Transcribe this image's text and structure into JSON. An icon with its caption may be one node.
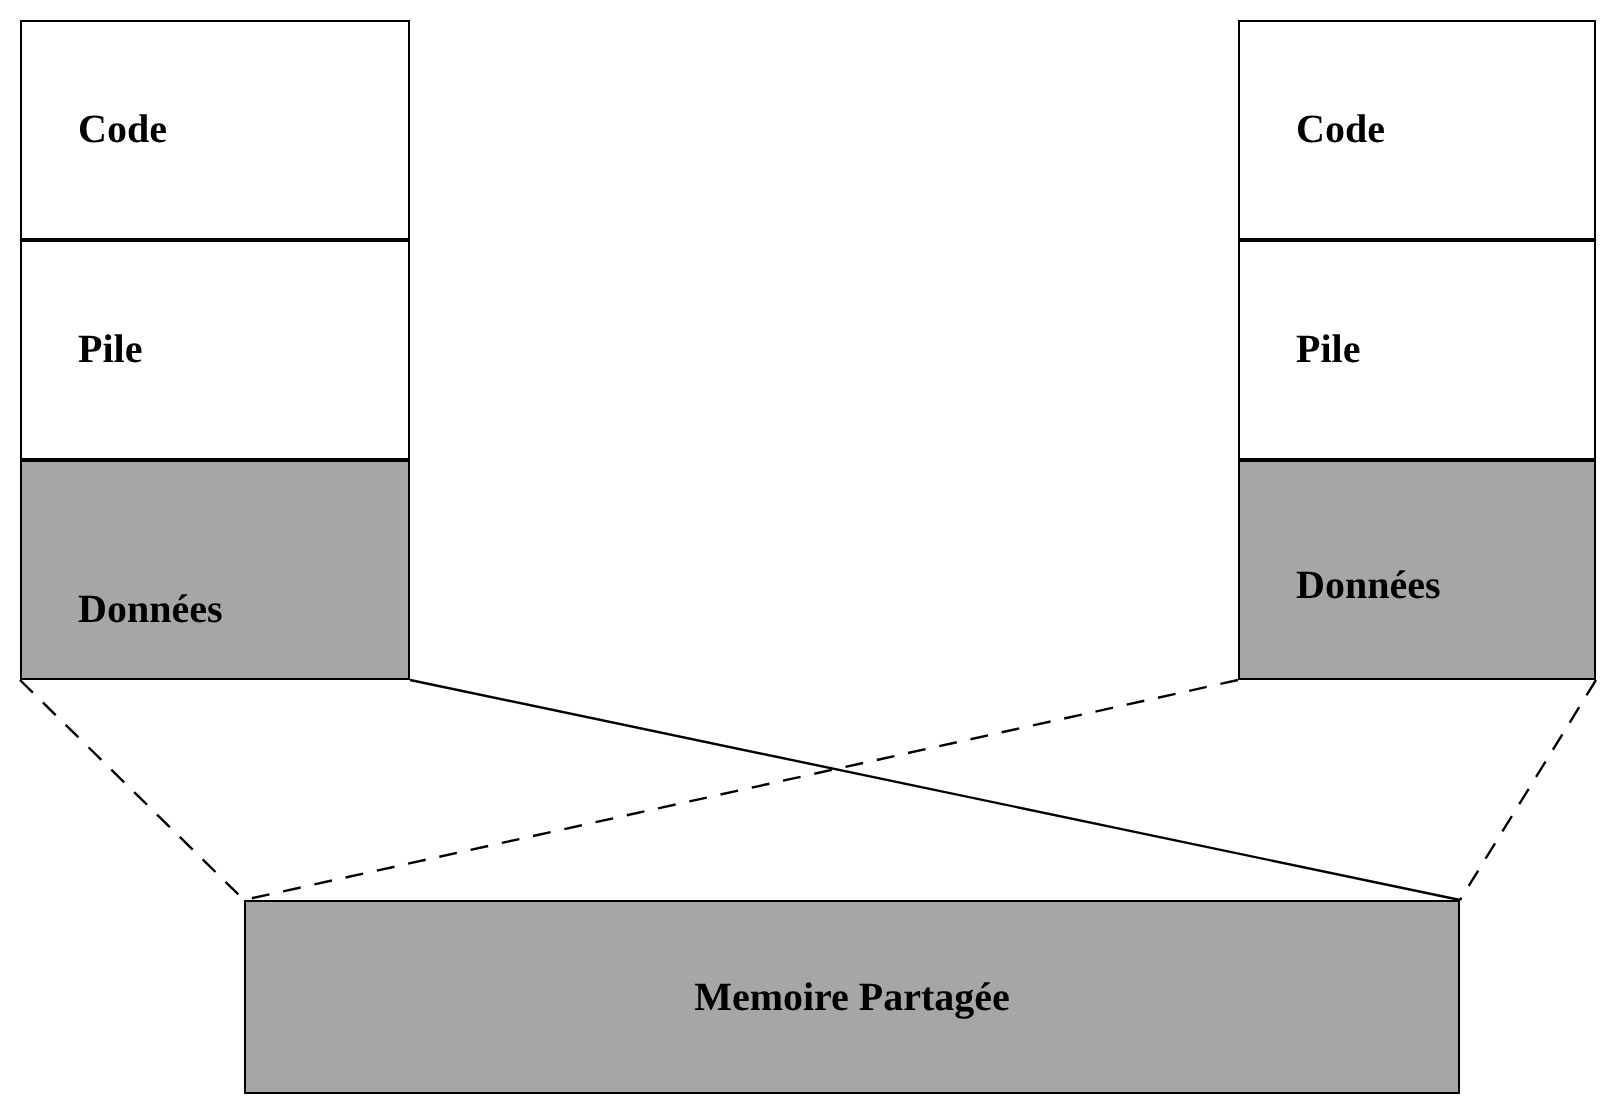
{
  "diagram": {
    "nodes": [
      {
        "text": [
          "Code"
        ]
      },
      {
        "text": [
          "Pile"
        ]
      },
      {
        "text": [
          "Données"
        ]
      },
      {
        "text": [
          "Code"
        ]
      },
      {
        "text": [
          "Pile"
        ]
      },
      {
        "text": [
          "Données"
        ]
      },
      {
        "text": [
          "Memoire Partagée"
        ]
      }
    ],
    "edges": [
      {
        "from": 2,
        "to": 6,
        "arrow": "none",
        "style": "dashed"
      },
      {
        "from": 2,
        "to": 6,
        "arrow": "none"
      },
      {
        "from": 5,
        "to": 6,
        "arrow": "none",
        "style": "dashed"
      },
      {
        "from": 5,
        "to": 6,
        "arrow": "none",
        "style": "dashed"
      }
    ]
  }
}
